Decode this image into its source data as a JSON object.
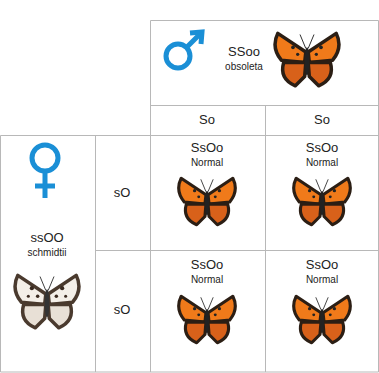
{
  "diagram": {
    "labels": [
      "SSoo",
      "obsoleta",
      "So",
      "So",
      "ssOO",
      "schmidtii",
      "sO",
      "sO",
      "SsOo",
      "Normal",
      "SsOo",
      "Normal",
      "SsOo",
      "Normal",
      "SsOo",
      "Normal"
    ]
  }
}
